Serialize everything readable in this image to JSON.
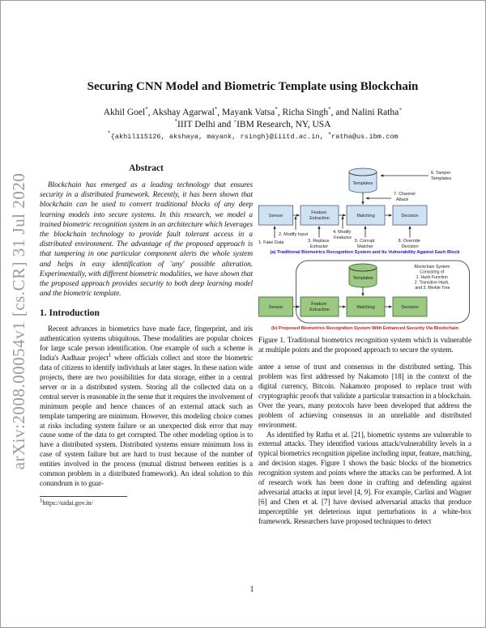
{
  "watermark": "arXiv:2008.00054v1 [cs.CR] 31 Jul 2020",
  "header": {
    "title": "Securing CNN Model and Biometric Template using Blockchain",
    "authors": [
      {
        "name": "Akhil Goel",
        "sup": "*",
        "after": ", "
      },
      {
        "name": "Akshay Agarwal",
        "sup": "*",
        "after": ", "
      },
      {
        "name": "Mayank Vatsa",
        "sup": "*",
        "after": ", "
      },
      {
        "name": "Richa Singh",
        "sup": "*",
        "after": ", and "
      },
      {
        "name": "Nalini Ratha",
        "sup": "+",
        "after": ""
      }
    ],
    "affiliation": {
      "sup1": "*",
      "part1": "IIIT Delhi and ",
      "sup2": "+",
      "part2": "IBM Research, NY, USA"
    },
    "emails": {
      "sup1": "*",
      "part1": "{akhil115126, akshaya, mayank, rsingh}@iiitd.ac.in, ",
      "sup2": "+",
      "part2": "ratha@us.ibm.com"
    }
  },
  "abstract": {
    "heading": "Abstract",
    "text": "Blockchain has emerged as a leading technology that ensures security in a distributed framework. Recently, it has been shown that blockchain can be used to convert traditional blocks of any deep learning models into secure systems. In this research, we model a trained biometric recognition system in an architecture which leverages the blockchain technology to provide fault tolerant access in a distributed environment. The advantage of the proposed approach is that tampering in one particular component alerts the whole system and helps in easy identification of 'any' possible alteration. Experimentally, with different biometric modalities, we have shown that the proposed approach provides security to both deep learning model and the biometric template."
  },
  "introduction": {
    "heading": "1. Introduction",
    "para_pre": "Recent advances in biometrics have made face, fingerprint, and iris authentication systems ubiquitous. These modalities are popular choices for large scale person identification. One example of such a scheme is India's Aadhaar project",
    "footref": "1",
    "para_post": " where officials collect and store the biometric data of citizens to identify individuals at later stages. In these nation wide projects, there are two possibilities for data storage, either in a central server or in a distributed system. Storing all the collected data on a central server is reasonable in the sense that it requires the involvement of minimum people and hence chances of an external attack such as template tampering are minimum. However, this modeling choice comes at risks including system failure or an unexpected disk error that may cause some of the data to get corrupted. The other modeling option is to have a distributed system. Distributed systems ensure minimum loss in case of system failure but are hard to trust because of the number of entities involved in the process (mutual distrust between entities is a common problem in a distributed framework). An ideal solution to this conundrum is to guar-"
  },
  "footnote": {
    "marker": "1",
    "text": "https://uidai.gov.in/"
  },
  "figure1": {
    "blocks": {
      "sensor": "Sensor",
      "feature_l1": "Feature",
      "feature_l2": "Extraction",
      "matching": "Matching",
      "decision": "Decision",
      "templates": "Templates"
    },
    "attacks": {
      "a1": "1. Fake Data",
      "a2": "2. Modify Input",
      "a3_l1": "3. Replace",
      "a3_l2": "Extractor",
      "a4_l1": "4. Modify",
      "a4_l2": "Features",
      "a5_l1": "5. Corrupt",
      "a5_l2": "Matcher",
      "a6_l1": "6. Tamper",
      "a6_l2": "Templates",
      "a7_l1": "7. Channel",
      "a7_l2": "Attack",
      "a8_l1": "8. Override",
      "a8_l2": "Decision"
    },
    "note_lines": [
      "Blockchain System",
      "Consisting of",
      "1. Hash Function",
      "2. Transitive Hash,",
      "and 3. Merkle Tree"
    ],
    "caption_a": "(a) Traditional Biometrics Recognition System and Its Vulnerability Against Each Block",
    "caption_b": "(b) Proposed Biometrics Recognition System With Enhanced Security Via Blockchain",
    "caption": "Figure 1. Traditional biometrics recognition system which is vulnerable at multiple points and the proposed approach to secure the system.",
    "colors": {
      "blue_fill": "#cfe2f3",
      "green_fill": "#9bc981",
      "caption_a": "#1d1dd8",
      "caption_b": "#d92121"
    }
  },
  "body_right": {
    "para1": "antee a sense of trust and consensus in the distributed setting. This problem was first addressed by Nakamoto [18] in the context of the digital currency, Bitcoin. Nakamoto proposed to replace trust with cryptographic proofs that validate a particular transaction in a blockchain. Over the years, many protocols have been developed that address the problem of achieving consensus in an unreliable and distributed environment.",
    "para2": "As identified by Ratha et al. [21], biometric systems are vulnerable to external attacks. They identified various attack/vulnerability levels in a typical biometrics recognition pipeline including input, feature, matching, and decision stages. Figure 1 shows the basic blocks of the biometrics recognition system and points where the attacks can be performed. A lot of research work has been done in crafting and defending against adversarial attacks at input level [4, 9]. For example, Carlini and Wagner [6] and Chen et al. [7] have devised adversarial attacks that produce imperceptible yet deleterious input perturbations in a white-box framework. Researchers have proposed techniques to detect"
  },
  "page_number": "1"
}
